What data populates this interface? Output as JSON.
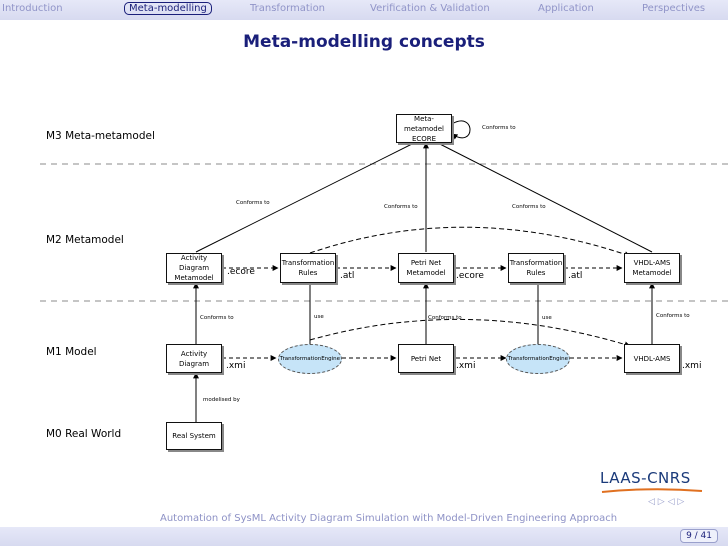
{
  "navbar": {
    "items": [
      "Introduction",
      "Meta-modelling",
      "Transformation",
      "Verification & Validation",
      "Application",
      "Perspectives"
    ],
    "active_index": 1,
    "colors": {
      "active": "#1a1f7a",
      "inactive": "#9094c8"
    }
  },
  "slide": {
    "title": "Meta-modelling concepts"
  },
  "levels": {
    "m3": "M3  Meta-metamodel",
    "m2": "M2  Metamodel",
    "m1": "M1  Model",
    "m0": "M0  Real World"
  },
  "nodes": {
    "metametamodel": [
      "Meta-metamodel",
      "ECORE"
    ],
    "activity_metamodel": [
      "Activity Diagram",
      "Metamodel"
    ],
    "transfo_rules_1": [
      "Transformation",
      "Rules"
    ],
    "petri_metamodel": [
      "Petri Net",
      "Metamodel"
    ],
    "transfo_rules_2": [
      "Transformation",
      "Rules"
    ],
    "vhdl_metamodel": [
      "VHDL-AMS",
      "Metamodel"
    ],
    "activity_diagram": "Activity Diagram",
    "engine_1": [
      "Transformation",
      "Engine"
    ],
    "petri_net": "Petri Net",
    "engine_2": [
      "Transformation",
      "Engine"
    ],
    "vhdl_ams": "VHDL-AMS",
    "real_system": "Real System"
  },
  "labels": {
    "conforms_to": "Conforms to",
    "use": "use",
    "modelised_by": "modelised by"
  },
  "extensions": {
    "ecore": ".ecore",
    "atl": ".atl",
    "xmi": ".xmi"
  },
  "logo": {
    "text": "LAAS-CNRS"
  },
  "beamer_nav": "◁  ▷  ◁  ▷",
  "footer": {
    "title": "Automation of SysML Activity Diagram Simulation with Model-Driven Engineering Approach",
    "page": "9 / 41"
  }
}
